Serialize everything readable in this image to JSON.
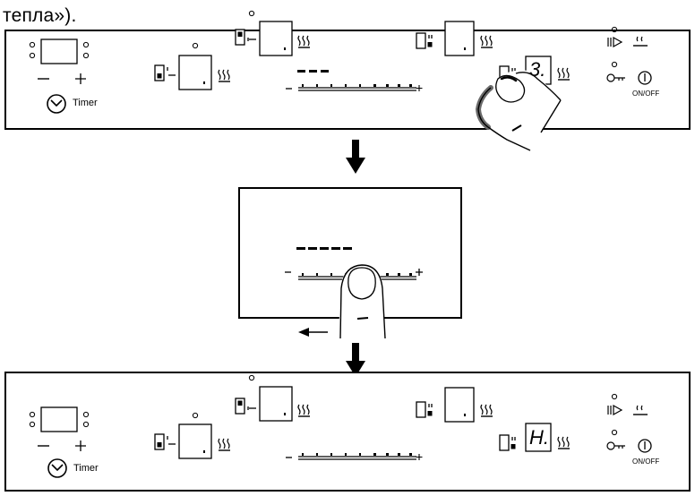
{
  "header_text": "тепла»).",
  "timer_label": "Timer",
  "onoff_label": "ON/OFF",
  "panel_top": {
    "zone_display_value": "3."
  },
  "panel_bottom": {
    "zone_display_value": "H."
  },
  "slider_minus": "–",
  "slider_plus": "+"
}
